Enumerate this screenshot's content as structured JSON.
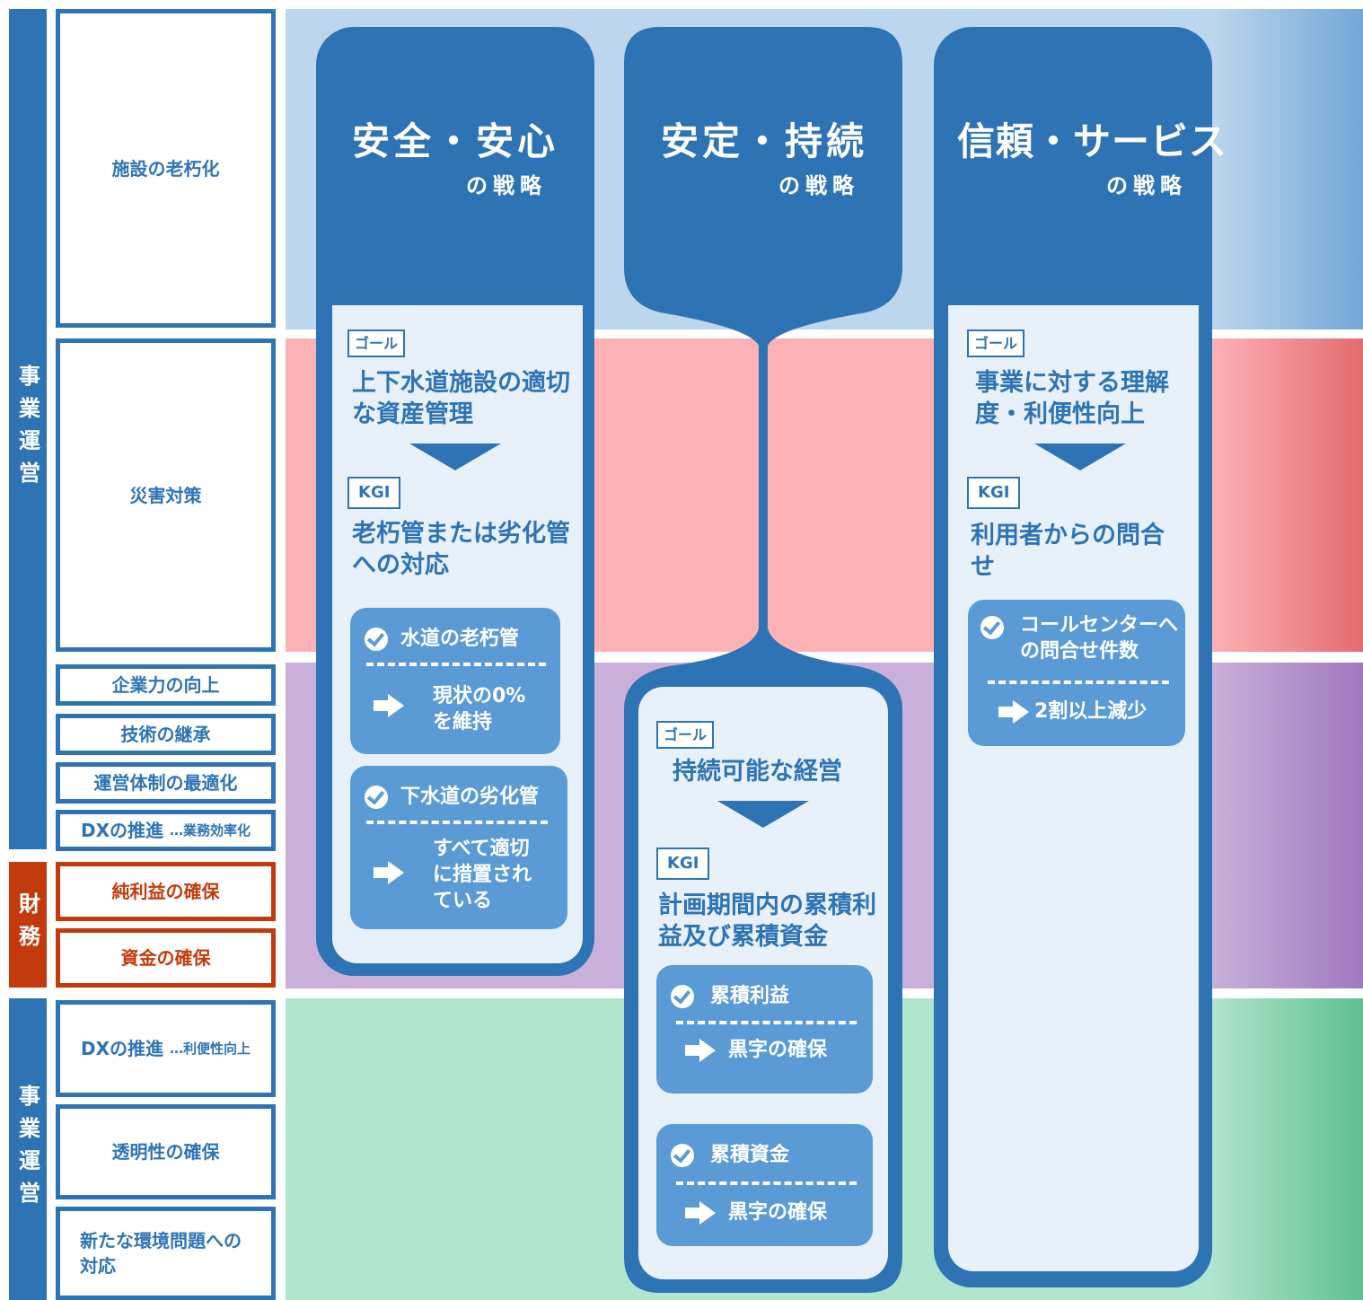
{
  "left_bars": {
    "operations_top": "事業運営",
    "finance": "財務",
    "operations_bottom": "事業運営"
  },
  "issues": {
    "aging": "施設の老朽化",
    "disaster": "災害対策",
    "corporate": "企業力の向上",
    "tech": "技術の継承",
    "org": "運営体制の最適化",
    "dx1_main": "DXの推進",
    "dx1_sub": "…業務効率化",
    "profit": "純利益の確保",
    "funds": "資金の確保",
    "dx2_main": "DXの推進",
    "dx2_sub": "…利便性向上",
    "transparency": "透明性の確保",
    "environment": "新たな環境問題への対応"
  },
  "strategies": {
    "safety": {
      "title": "安全・安心",
      "subtitle": "の戦略",
      "goal_tag": "ゴール",
      "goal": "上下水道施設の適切な資産管理",
      "kgi_tag": "KGI",
      "kgi": "老朽管または劣化管への対応",
      "kpis": [
        {
          "name": "水道の老朽管",
          "target": "現状の0%を維持"
        },
        {
          "name": "下水道の劣化管",
          "target": "すべて適切に措置されている"
        }
      ]
    },
    "stability": {
      "title": "安定・持続",
      "subtitle": "の戦略",
      "goal_tag": "ゴール",
      "goal": "持続可能な経営",
      "kgi_tag": "KGI",
      "kgi": "計画期間内の累積利益及び累積資金",
      "kpis": [
        {
          "name": "累積利益",
          "target": "黒字の確保"
        },
        {
          "name": "累積資金",
          "target": "黒字の確保"
        }
      ]
    },
    "trust": {
      "title": "信頼・サービス",
      "subtitle": "の戦略",
      "goal_tag": "ゴール",
      "goal": "事業に対する理解度・利便性向上",
      "kgi_tag": "KGI",
      "kgi": "利用者からの問合せ",
      "kpis": [
        {
          "name": "コールセンターへの問合せ件数",
          "target": "2割以上減少"
        }
      ]
    }
  },
  "colors": {
    "primary_blue": "#2e74b5",
    "kpi_blue": "#5b9bd5",
    "finance_red": "#c33a0c",
    "band_blue": "#bcd6ee",
    "band_pink": "#fdb2b6",
    "band_purple": "#c8b0da",
    "band_green": "#b0e5ce"
  }
}
